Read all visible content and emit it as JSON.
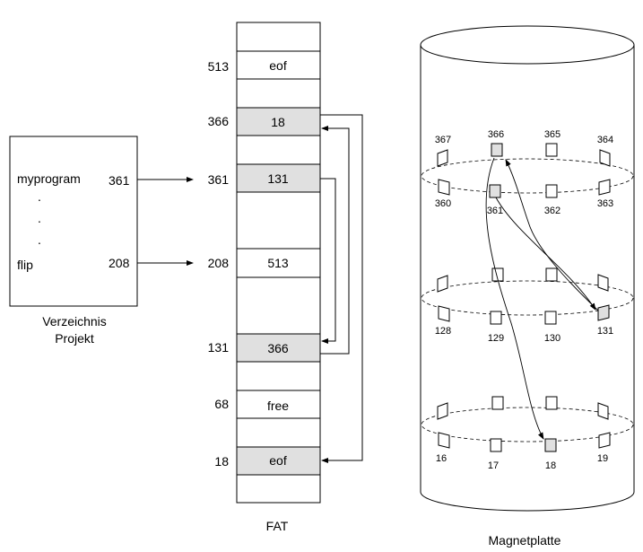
{
  "directory": {
    "caption_line1": "Verzeichnis",
    "caption_line2": "Projekt",
    "entries": [
      {
        "name": "myprogram",
        "block": "361"
      },
      {
        "name": "flip",
        "block": "208"
      }
    ],
    "ellipsis": "."
  },
  "fat": {
    "caption": "FAT",
    "rows": [
      {
        "index": "513",
        "value": "eof"
      },
      {
        "index": "366",
        "value": "18"
      },
      {
        "index": "361",
        "value": "131"
      },
      {
        "index": "208",
        "value": "513"
      },
      {
        "index": "131",
        "value": "366"
      },
      {
        "index": "68",
        "value": "free"
      },
      {
        "index": "18",
        "value": "eof"
      }
    ]
  },
  "disk": {
    "caption": "Magnetplatte",
    "sector_labels": {
      "s367": "367",
      "s366": "366",
      "s365": "365",
      "s364": "364",
      "s360": "360",
      "s361": "361",
      "s362": "362",
      "s363": "363",
      "s128": "128",
      "s129": "129",
      "s130": "130",
      "s131": "131",
      "s16": "16",
      "s17": "17",
      "s18": "18",
      "s19": "19"
    }
  },
  "colors": {
    "highlight": "#e0e0e0",
    "line": "#000000"
  }
}
